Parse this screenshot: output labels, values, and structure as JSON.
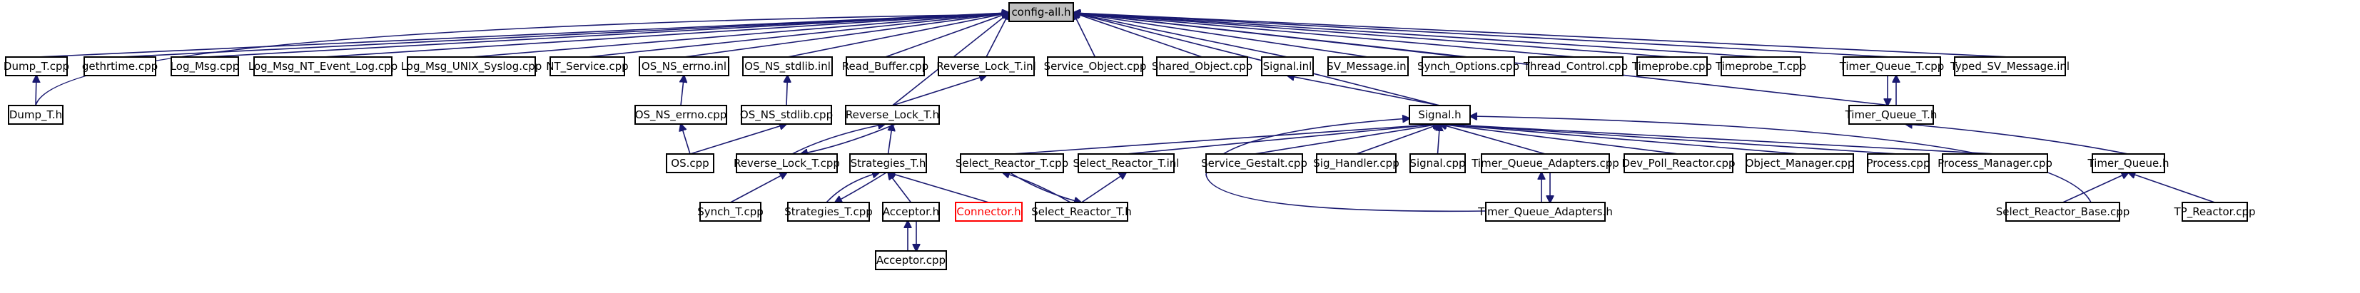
{
  "diagram": {
    "type": "include-dependency-graph",
    "colors": {
      "edge": "#191970",
      "root_fill": "#bfbfbf",
      "missing_border": "#ff0000"
    },
    "nodes": [
      {
        "id": "config_all_h",
        "label": "config-all.h",
        "kind": "root"
      },
      {
        "id": "dump_t_cpp",
        "label": "Dump_T.cpp"
      },
      {
        "id": "gethrtime_cpp",
        "label": "gethrtime.cpp"
      },
      {
        "id": "log_msg_cpp",
        "label": "Log_Msg.cpp"
      },
      {
        "id": "log_msg_nt_cpp",
        "label": "Log_Msg_NT_Event_Log.cpp"
      },
      {
        "id": "log_msg_unix_cpp",
        "label": "Log_Msg_UNIX_Syslog.cpp"
      },
      {
        "id": "nt_service_cpp",
        "label": "NT_Service.cpp"
      },
      {
        "id": "os_ns_errno_inl",
        "label": "OS_NS_errno.inl"
      },
      {
        "id": "os_ns_stdlib_inl",
        "label": "OS_NS_stdlib.inl"
      },
      {
        "id": "read_buffer_cpp",
        "label": "Read_Buffer.cpp"
      },
      {
        "id": "reverse_lock_t_inl",
        "label": "Reverse_Lock_T.inl"
      },
      {
        "id": "service_object_cpp",
        "label": "Service_Object.cpp"
      },
      {
        "id": "shared_object_cpp",
        "label": "Shared_Object.cpp"
      },
      {
        "id": "signal_inl",
        "label": "Signal.inl"
      },
      {
        "id": "sv_message_inl",
        "label": "SV_Message.inl"
      },
      {
        "id": "synch_options_cpp",
        "label": "Synch_Options.cpp"
      },
      {
        "id": "thread_control_cpp",
        "label": "Thread_Control.cpp"
      },
      {
        "id": "timeprobe_cpp",
        "label": "Timeprobe.cpp"
      },
      {
        "id": "timeprobe_t_cpp",
        "label": "Timeprobe_T.cpp"
      },
      {
        "id": "timer_queue_t_cpp",
        "label": "Timer_Queue_T.cpp"
      },
      {
        "id": "typed_sv_message_inl",
        "label": "Typed_SV_Message.inl"
      },
      {
        "id": "dump_t_h",
        "label": "Dump_T.h"
      },
      {
        "id": "os_ns_errno_cpp",
        "label": "OS_NS_errno.cpp"
      },
      {
        "id": "os_ns_stdlib_cpp",
        "label": "OS_NS_stdlib.cpp"
      },
      {
        "id": "reverse_lock_t_h",
        "label": "Reverse_Lock_T.h"
      },
      {
        "id": "signal_h",
        "label": "Signal.h"
      },
      {
        "id": "timer_queue_t_h",
        "label": "Timer_Queue_T.h"
      },
      {
        "id": "os_cpp",
        "label": "OS.cpp"
      },
      {
        "id": "reverse_lock_t_cpp",
        "label": "Reverse_Lock_T.cpp"
      },
      {
        "id": "strategies_t_h",
        "label": "Strategies_T.h"
      },
      {
        "id": "select_reactor_t_cpp",
        "label": "Select_Reactor_T.cpp"
      },
      {
        "id": "select_reactor_t_inl",
        "label": "Select_Reactor_T.inl"
      },
      {
        "id": "service_gestalt_cpp",
        "label": "Service_Gestalt.cpp"
      },
      {
        "id": "sig_handler_cpp",
        "label": "Sig_Handler.cpp"
      },
      {
        "id": "signal_cpp",
        "label": "Signal.cpp"
      },
      {
        "id": "timer_queue_adapters_cpp",
        "label": "Timer_Queue_Adapters.cpp"
      },
      {
        "id": "dev_poll_reactor_cpp",
        "label": "Dev_Poll_Reactor.cpp"
      },
      {
        "id": "object_manager_cpp",
        "label": "Object_Manager.cpp"
      },
      {
        "id": "process_cpp",
        "label": "Process.cpp"
      },
      {
        "id": "process_manager_cpp",
        "label": "Process_Manager.cpp"
      },
      {
        "id": "timer_queue_h",
        "label": "Timer_Queue.h"
      },
      {
        "id": "synch_t_cpp",
        "label": "Synch_T.cpp"
      },
      {
        "id": "strategies_t_cpp",
        "label": "Strategies_T.cpp"
      },
      {
        "id": "acceptor_h",
        "label": "Acceptor.h"
      },
      {
        "id": "connector_h",
        "label": "Connector.h",
        "kind": "missing"
      },
      {
        "id": "select_reactor_t_h",
        "label": "Select_Reactor_T.h"
      },
      {
        "id": "timer_queue_adapters_h",
        "label": "Timer_Queue_Adapters.h"
      },
      {
        "id": "select_reactor_base_cpp",
        "label": "Select_Reactor_Base.cpp"
      },
      {
        "id": "tp_reactor_cpp",
        "label": "TP_Reactor.cpp"
      },
      {
        "id": "acceptor_cpp",
        "label": "Acceptor.cpp"
      }
    ],
    "edges": [
      [
        "dump_t_cpp",
        "config_all_h"
      ],
      [
        "gethrtime_cpp",
        "config_all_h"
      ],
      [
        "log_msg_cpp",
        "config_all_h"
      ],
      [
        "log_msg_nt_cpp",
        "config_all_h"
      ],
      [
        "log_msg_unix_cpp",
        "config_all_h"
      ],
      [
        "nt_service_cpp",
        "config_all_h"
      ],
      [
        "os_ns_errno_inl",
        "config_all_h"
      ],
      [
        "os_ns_stdlib_inl",
        "config_all_h"
      ],
      [
        "read_buffer_cpp",
        "config_all_h"
      ],
      [
        "reverse_lock_t_inl",
        "config_all_h"
      ],
      [
        "service_object_cpp",
        "config_all_h"
      ],
      [
        "shared_object_cpp",
        "config_all_h"
      ],
      [
        "signal_inl",
        "config_all_h"
      ],
      [
        "sv_message_inl",
        "config_all_h"
      ],
      [
        "synch_options_cpp",
        "config_all_h"
      ],
      [
        "thread_control_cpp",
        "config_all_h"
      ],
      [
        "timeprobe_cpp",
        "config_all_h"
      ],
      [
        "timeprobe_t_cpp",
        "config_all_h"
      ],
      [
        "timer_queue_t_cpp",
        "config_all_h"
      ],
      [
        "typed_sv_message_inl",
        "config_all_h"
      ],
      [
        "dump_t_h",
        "dump_t_cpp"
      ],
      [
        "dump_t_h",
        "config_all_h"
      ],
      [
        "reverse_lock_t_h",
        "config_all_h"
      ],
      [
        "signal_h",
        "config_all_h"
      ],
      [
        "timer_queue_t_h",
        "config_all_h"
      ],
      [
        "os_ns_errno_cpp",
        "os_ns_errno_inl"
      ],
      [
        "os_ns_stdlib_cpp",
        "os_ns_stdlib_inl"
      ],
      [
        "reverse_lock_t_h",
        "reverse_lock_t_inl"
      ],
      [
        "signal_h",
        "signal_inl"
      ],
      [
        "timer_queue_t_h",
        "timer_queue_t_cpp"
      ],
      [
        "timer_queue_t_cpp",
        "timer_queue_t_h"
      ],
      [
        "os_cpp",
        "os_ns_errno_cpp"
      ],
      [
        "os_cpp",
        "os_ns_stdlib_cpp"
      ],
      [
        "reverse_lock_t_cpp",
        "reverse_lock_t_h"
      ],
      [
        "reverse_lock_t_h",
        "reverse_lock_t_cpp"
      ],
      [
        "strategies_t_h",
        "reverse_lock_t_h"
      ],
      [
        "synch_t_cpp",
        "reverse_lock_t_cpp"
      ],
      [
        "strategies_t_cpp",
        "strategies_t_h"
      ],
      [
        "strategies_t_h",
        "strategies_t_cpp"
      ],
      [
        "acceptor_h",
        "strategies_t_h"
      ],
      [
        "connector_h",
        "strategies_t_h"
      ],
      [
        "acceptor_cpp",
        "acceptor_h"
      ],
      [
        "acceptor_h",
        "acceptor_cpp"
      ],
      [
        "select_reactor_t_cpp",
        "signal_h"
      ],
      [
        "select_reactor_t_inl",
        "signal_h"
      ],
      [
        "service_gestalt_cpp",
        "signal_h"
      ],
      [
        "sig_handler_cpp",
        "signal_h"
      ],
      [
        "signal_cpp",
        "signal_h"
      ],
      [
        "timer_queue_adapters_cpp",
        "signal_h"
      ],
      [
        "dev_poll_reactor_cpp",
        "signal_h"
      ],
      [
        "object_manager_cpp",
        "signal_h"
      ],
      [
        "process_cpp",
        "signal_h"
      ],
      [
        "process_manager_cpp",
        "signal_h"
      ],
      [
        "select_reactor_base_cpp",
        "signal_h"
      ],
      [
        "timer_queue_adapters_h",
        "signal_h"
      ],
      [
        "select_reactor_t_h",
        "select_reactor_t_cpp"
      ],
      [
        "select_reactor_t_cpp",
        "select_reactor_t_h"
      ],
      [
        "select_reactor_t_h",
        "select_reactor_t_inl"
      ],
      [
        "timer_queue_adapters_h",
        "timer_queue_adapters_cpp"
      ],
      [
        "timer_queue_adapters_cpp",
        "timer_queue_adapters_h"
      ],
      [
        "timer_queue_h",
        "timer_queue_t_h"
      ],
      [
        "select_reactor_base_cpp",
        "timer_queue_h"
      ],
      [
        "tp_reactor_cpp",
        "timer_queue_h"
      ]
    ]
  }
}
